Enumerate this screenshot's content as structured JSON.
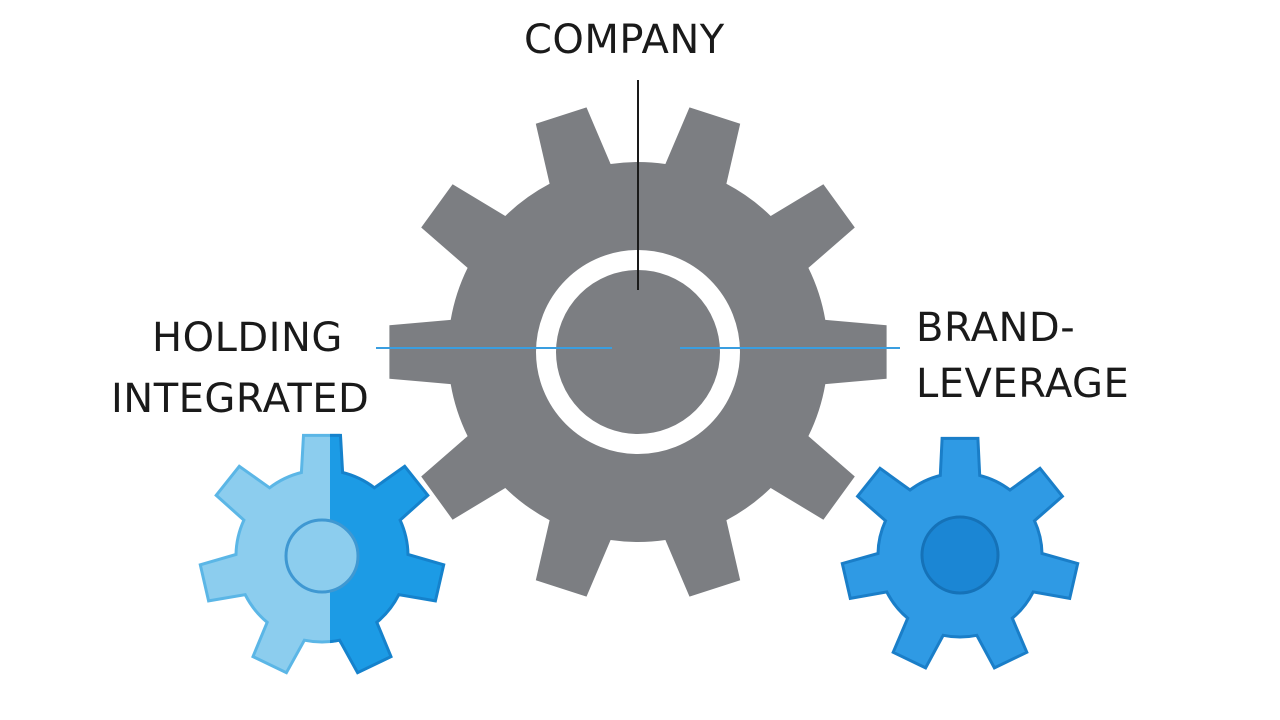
{
  "labels": {
    "company": "COMPANY",
    "holding": "HOLDING",
    "integrated": "INTEGRATED",
    "brand": "BRAND-",
    "leverage": "LEVERAGE"
  },
  "colors": {
    "main_gear": "#7c7e82",
    "hub_ring": "#ffffff",
    "connector_dark": "#1a1a1a",
    "connector_blue": "#3a9ee0",
    "left_gear_light": "#8ccdee",
    "left_gear_dark": "#1c9be5",
    "right_gear": "#2f9ae4",
    "right_gear_hub": "#1b86d4"
  }
}
